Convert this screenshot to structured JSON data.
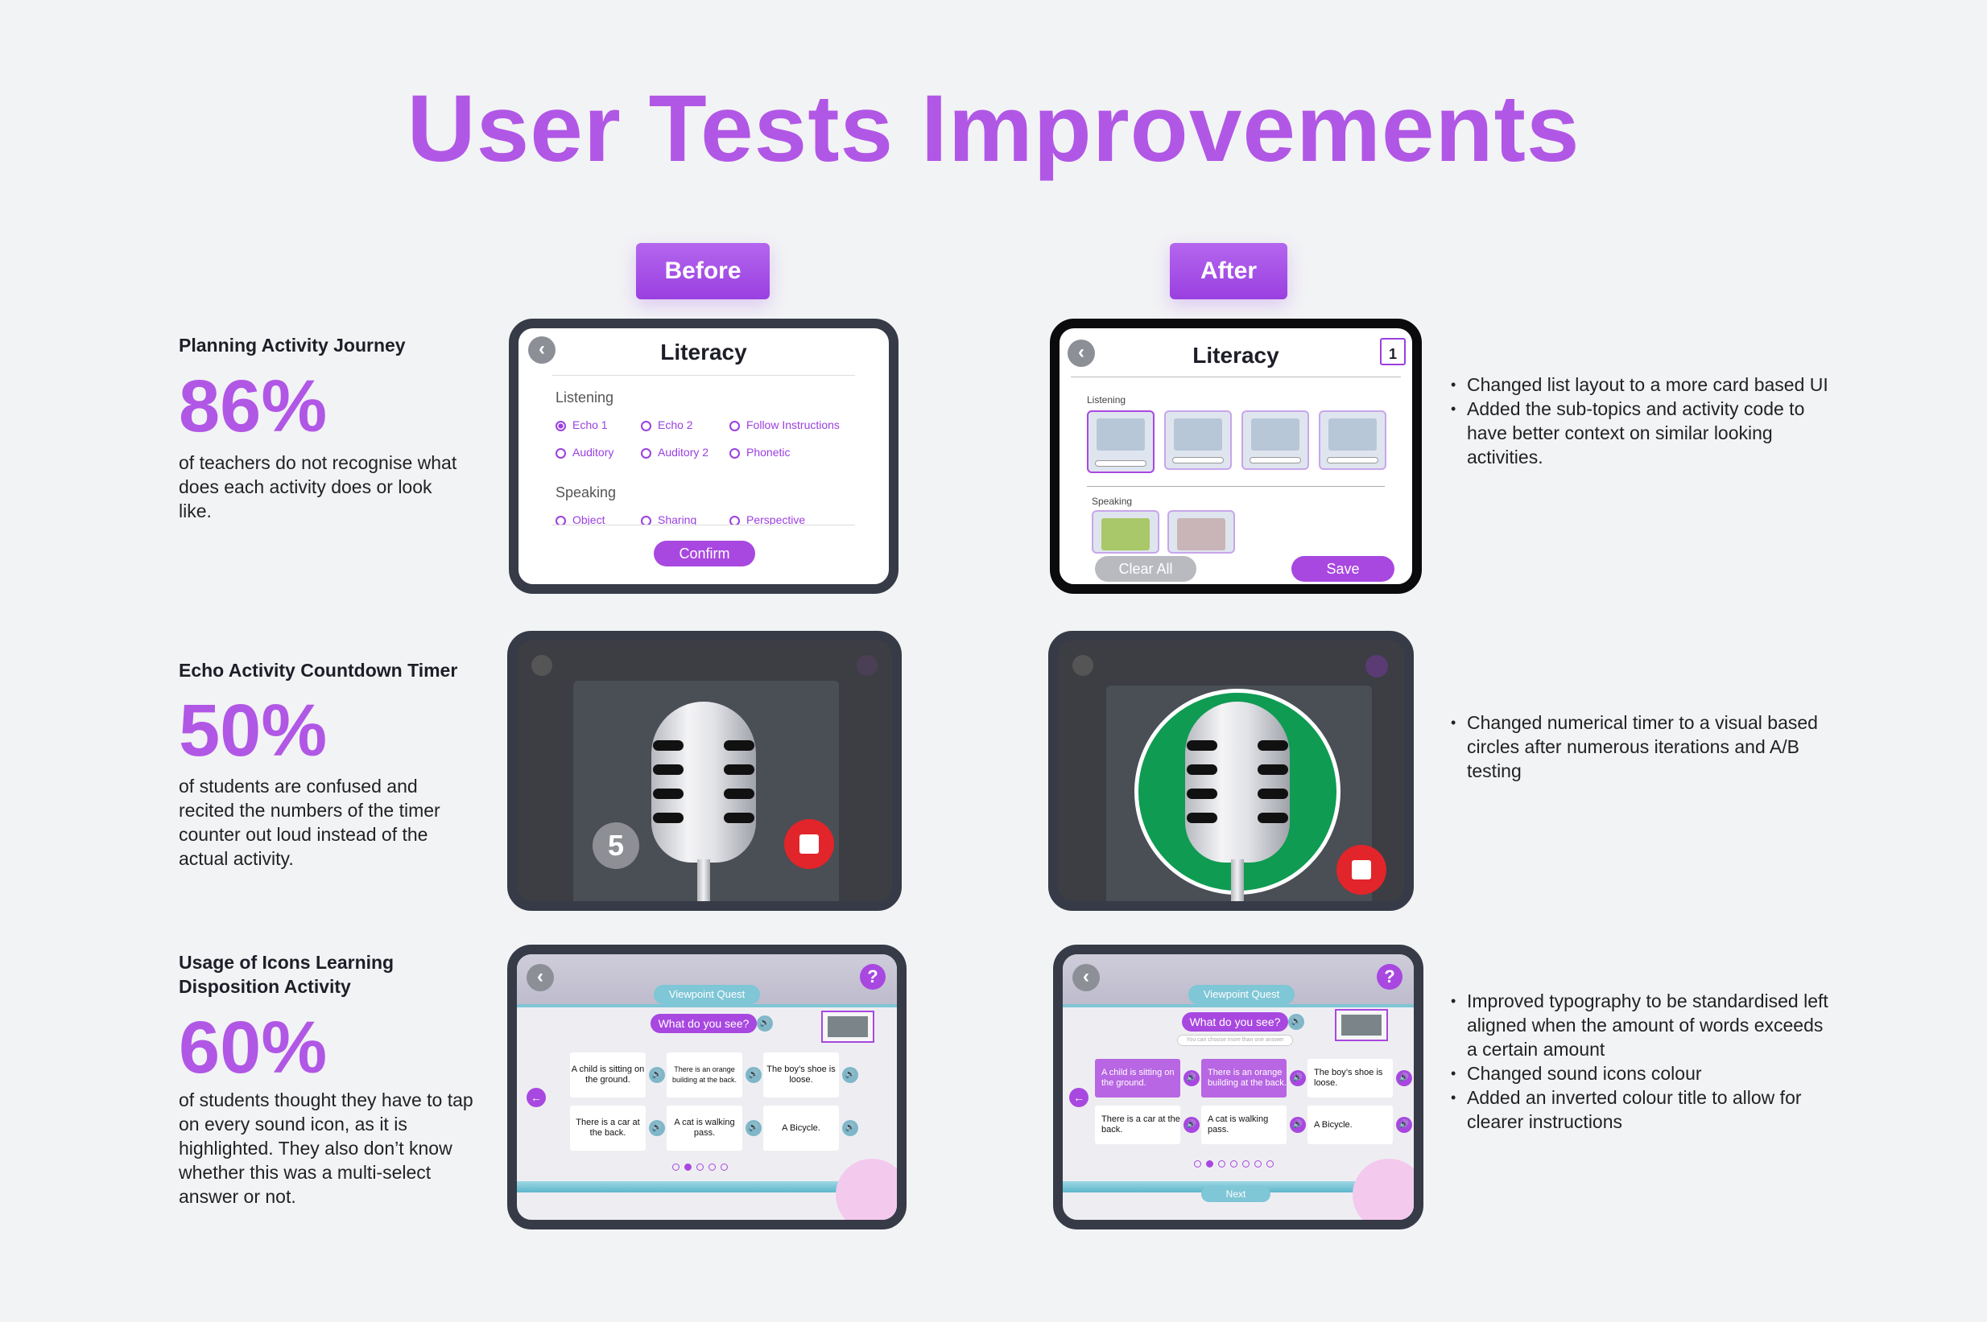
{
  "title": "User Tests Improvements",
  "columns": {
    "before": "Before",
    "after": "After"
  },
  "sections": [
    {
      "title": "Planning Activity Journey",
      "percent": "86%",
      "description": "of teachers do not recognise what does each activity does or look like.",
      "notes": [
        "Changed list layout to a more card based UI",
        "Added the sub-topics and activity code to have better context on similar looking activities."
      ]
    },
    {
      "title": "Echo Activity Countdown Timer",
      "percent": "50%",
      "description": "of students are confused and recited the numbers of the timer counter out loud instead of the actual activity.",
      "notes": [
        "Changed numerical timer to a visual based circles after numerous iterations and A/B testing"
      ]
    },
    {
      "title": "Usage of Icons Learning Disposition Activity",
      "percent": "60%",
      "description": "of students thought they have to tap on every sound icon, as it is highlighted. They also don’t know whether this was a multi-select answer or not.",
      "notes": [
        "Improved typography to be standardised left aligned when the amount of words exceeds a certain amount",
        "Changed sound icons colour",
        "Added an inverted colour title to allow for clearer instructions"
      ]
    }
  ],
  "literacy_before": {
    "title": "Literacy",
    "listening_label": "Listening",
    "listening_options": [
      "Echo 1",
      "Echo 2",
      "Follow Instructions",
      "Auditory",
      "Auditory 2",
      "Phonetic"
    ],
    "speaking_label": "Speaking",
    "speaking_options": [
      "Object",
      "Sharing",
      "Perspective"
    ],
    "confirm": "Confirm"
  },
  "literacy_after": {
    "title": "Literacy",
    "activity_count": "1",
    "listening_label": "Listening",
    "speaking_label": "Speaking",
    "clear_all": "Clear All",
    "save": "Save"
  },
  "echo_before": {
    "timer": "5"
  },
  "quiz": {
    "header": "Viewpoint Quest",
    "question": "What do you see?",
    "hint": "You can choose more than one answer",
    "answers": [
      "A child is sitting on the ground.",
      "There is an orange building at the back.",
      "The boy’s shoe is loose.",
      "There is a car at the back.",
      "A cat is walking pass.",
      "A Bicycle."
    ],
    "next": "Next",
    "help": "?"
  }
}
